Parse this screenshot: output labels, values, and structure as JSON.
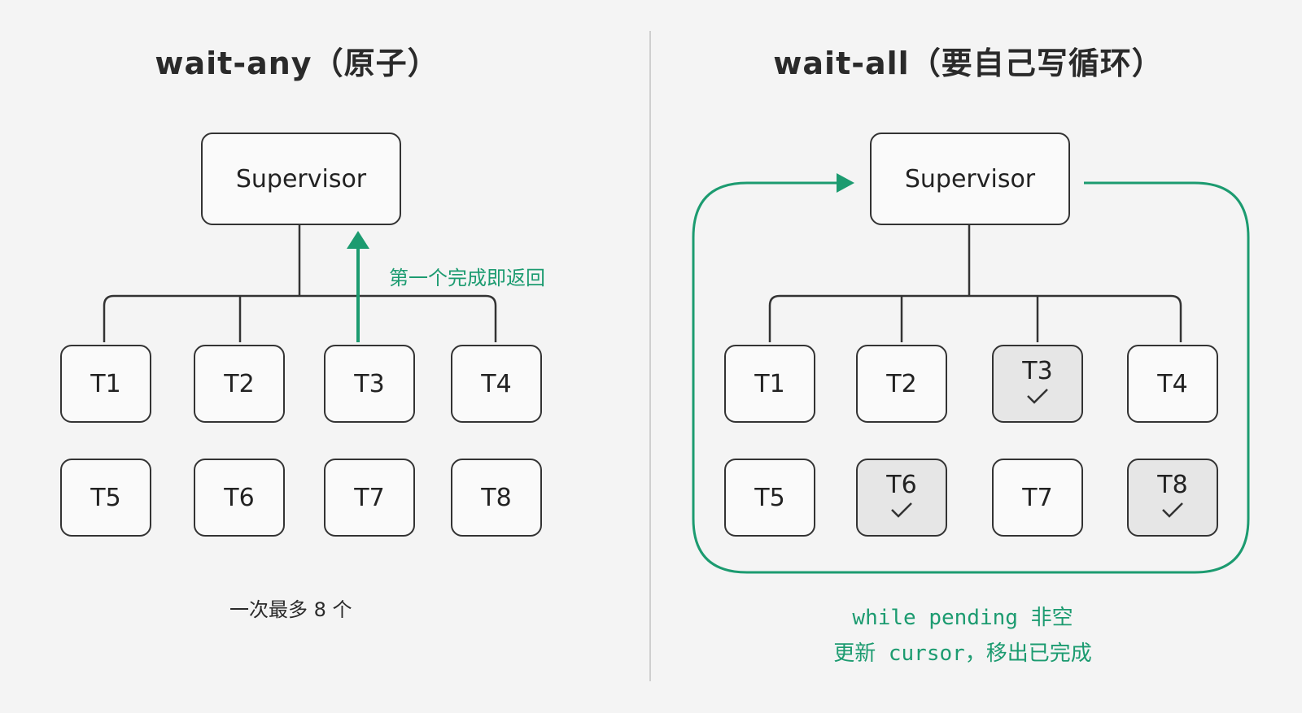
{
  "left": {
    "title": "wait-any（原子）",
    "supervisor": "Supervisor",
    "tasks": [
      "T1",
      "T2",
      "T3",
      "T4",
      "T5",
      "T6",
      "T7",
      "T8"
    ],
    "arrow_note": "第一个完成即返回",
    "caption": "一次最多 8 个"
  },
  "right": {
    "title": "wait-all（要自己写循环）",
    "supervisor": "Supervisor",
    "tasks": [
      "T1",
      "T2",
      "T3",
      "T4",
      "T5",
      "T6",
      "T7",
      "T8"
    ],
    "completed": [
      "T3",
      "T6",
      "T8"
    ],
    "loop_line1": "while pending 非空",
    "loop_line2": "更新 cursor，移出已完成"
  },
  "colors": {
    "accent": "#1c9b70",
    "border": "#333333",
    "done_fill": "#e6e6e6",
    "background": "#f4f4f4"
  }
}
